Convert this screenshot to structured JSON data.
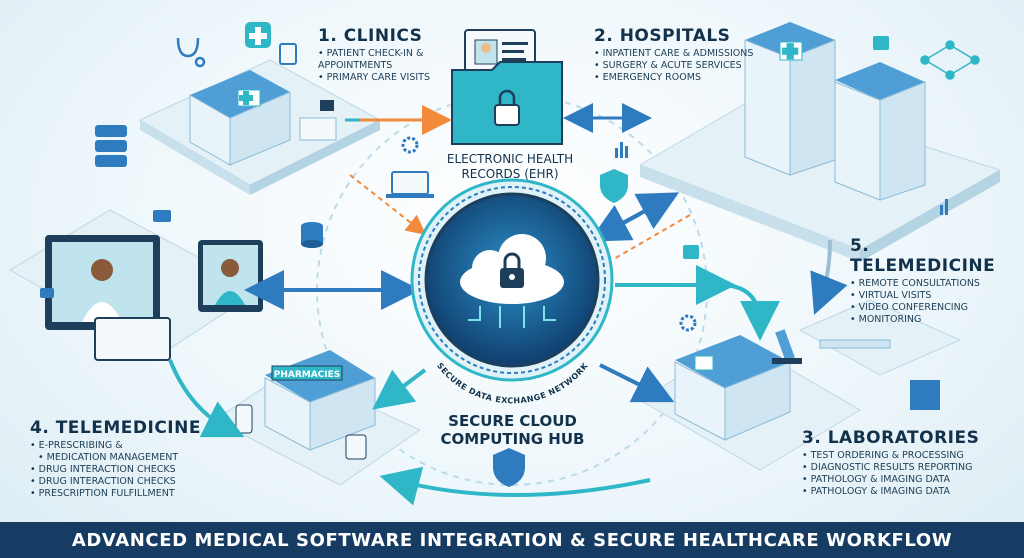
{
  "sections": {
    "clinics": {
      "title": "1. CLINICS",
      "items": [
        "Patient check-in & appointments",
        "Primary care visits"
      ]
    },
    "hospitals": {
      "title": "2. HOSPITALS",
      "items": [
        "Inpatient care & admissions",
        "Surgery & acute services",
        "Emergency rooms"
      ]
    },
    "laboratories": {
      "title": "3. LABORATORIES",
      "items": [
        "Test ordering & processing",
        "Diagnostic results reporting",
        "Pathology & imaging data",
        "Pathology & imaging data"
      ]
    },
    "telemedicine_left": {
      "title": "4. TELEMEDICINE",
      "items": [
        "E-prescribing &",
        "medication management",
        "Drug interaction checks",
        "Drug interaction checks",
        "Prescription fulfillment"
      ]
    },
    "telemedicine_right": {
      "title": "5. TELEMEDICINE",
      "items": [
        "Remote consultations",
        "Virtual visits",
        "Video conferencing",
        "Monitoring"
      ]
    }
  },
  "ehr": {
    "line1": "ELECTRONIC HEALTH",
    "line2": "RECORDS (EHR)"
  },
  "hub": {
    "line1": "SECURE CLOUD",
    "line2": "COMPUTING HUB",
    "ring_text": "SECURE DATA EXCHANGE NETWORK"
  },
  "pharmacy_sign": "PHARMACIES",
  "footer_title": "ADVANCED MEDICAL SOFTWARE INTEGRATION & SECURE HEALTHCARE WORKFLOW",
  "colors": {
    "navy": "#163c63",
    "teal": "#2fb7c7",
    "blue": "#2e7bbf",
    "orange": "#f28a3c",
    "platform": "#e4f1f7"
  },
  "icons": [
    "stethoscope-icon",
    "medical-cross-icon",
    "clipboard-icon",
    "padlock-icon",
    "shield-lock-icon",
    "database-icon",
    "cloud-icon",
    "gear-icon",
    "microscope-icon",
    "video-call-icon",
    "bar-chart-icon"
  ]
}
